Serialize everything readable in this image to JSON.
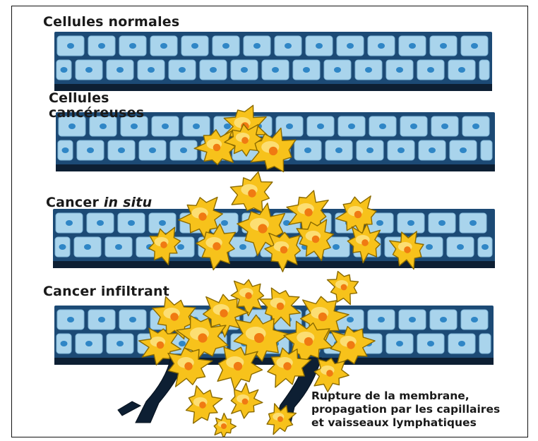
{
  "panels": [
    {
      "label": "Cellules normales",
      "label_emphasis": "",
      "cancer_level": 0
    },
    {
      "label": "Cellules cancéreuses",
      "label_emphasis": "",
      "cancer_level": 1
    },
    {
      "label": "Cancer ",
      "label_emphasis": "in situ",
      "cancer_level": 2
    },
    {
      "label": "Cancer infiltrant",
      "label_emphasis": "",
      "cancer_level": 3
    }
  ],
  "note": {
    "lines": [
      "Rupture de la membrane,",
      "propagation par les capillaires",
      "et vaisseaux lymphatiques"
    ]
  },
  "colors": {
    "tissue_dark": "#1c4a75",
    "membrane": "#0d1f33",
    "cell_fill": "#a9d4ec",
    "nucleus": "#2f86c6",
    "cancer_fill": "#f7c21b",
    "cancer_outline": "#8a6a00",
    "cancer_nucleus": "#f07a12"
  }
}
